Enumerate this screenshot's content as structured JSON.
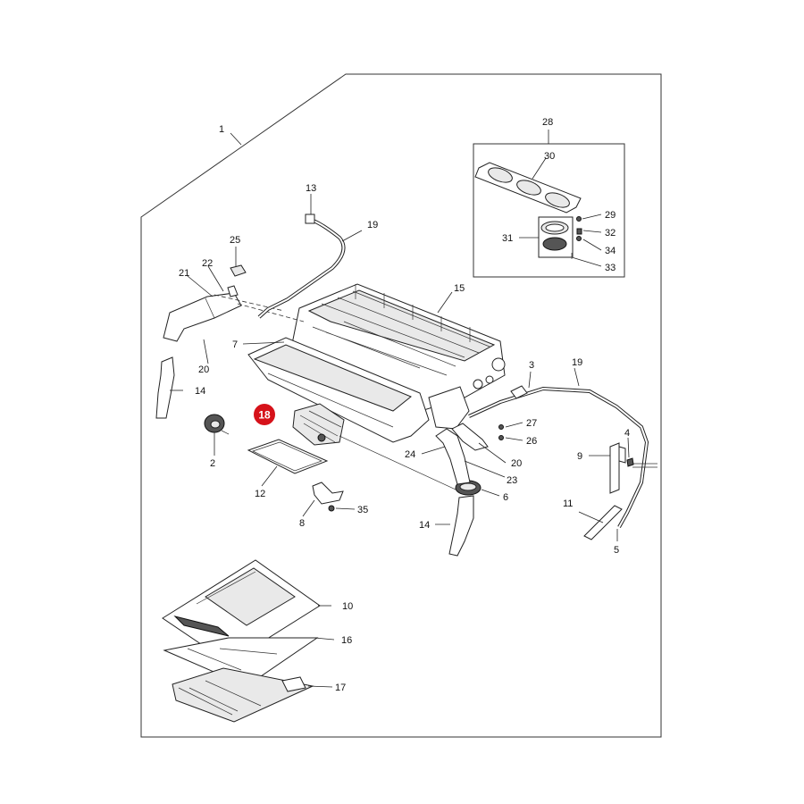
{
  "callouts": {
    "c1": "1",
    "c2": "2",
    "c3": "3",
    "c4": "4",
    "c5": "5",
    "c6": "6",
    "c7": "7",
    "c8": "8",
    "c9": "9",
    "c10": "10",
    "c11": "11",
    "c12": "12",
    "c13": "13",
    "c14a": "14",
    "c14b": "14",
    "c15": "15",
    "c16": "16",
    "c17": "17",
    "c18": "18",
    "c19a": "19",
    "c19b": "19",
    "c20a": "20",
    "c20b": "20",
    "c21": "21",
    "c22": "22",
    "c23": "23",
    "c24": "24",
    "c25": "25",
    "c26": "26",
    "c27": "27",
    "c28": "28",
    "c29": "29",
    "c30": "30",
    "c31": "31",
    "c32": "32",
    "c33": "33",
    "c34": "34",
    "c35": "35"
  },
  "highlight_color": "#d6121a"
}
